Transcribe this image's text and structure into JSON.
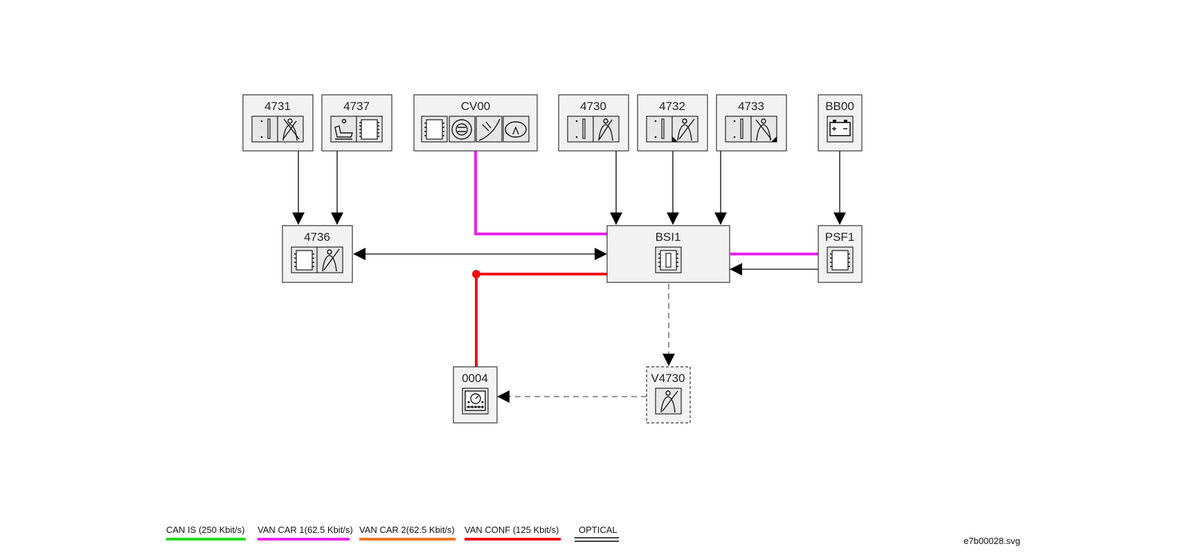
{
  "nodes": {
    "n4731": {
      "label": "4731"
    },
    "n4737": {
      "label": "4737"
    },
    "cv00": {
      "label": "CV00"
    },
    "n4730": {
      "label": "4730"
    },
    "n4732": {
      "label": "4732"
    },
    "n4733": {
      "label": "4733"
    },
    "bb00": {
      "label": "BB00"
    },
    "n4736": {
      "label": "4736"
    },
    "bsi1": {
      "label": "BSI1"
    },
    "psf1": {
      "label": "PSF1"
    },
    "n0004": {
      "label": "0004"
    },
    "v4730": {
      "label": "V4730"
    }
  },
  "legend": [
    {
      "label": "CAN IS (250 Kbit/s)",
      "color": "#22dd22"
    },
    {
      "label": "VAN CAR 1(62.5 Kbit/s)",
      "color": "#ee22ee"
    },
    {
      "label": "VAN CAR 2(62.5 Kbit/s)",
      "color": "#ee7722"
    },
    {
      "label": "VAN CONF (125 Kbit/s)",
      "color": "#ee1111"
    },
    {
      "label": "OPTICAL",
      "color": "#000000"
    }
  ],
  "file_name": "e7b00028.svg",
  "colors": {
    "van_car_1": "#ee22ee",
    "van_conf": "#ee1111",
    "wire": "#000000",
    "dashed": "#555555"
  }
}
